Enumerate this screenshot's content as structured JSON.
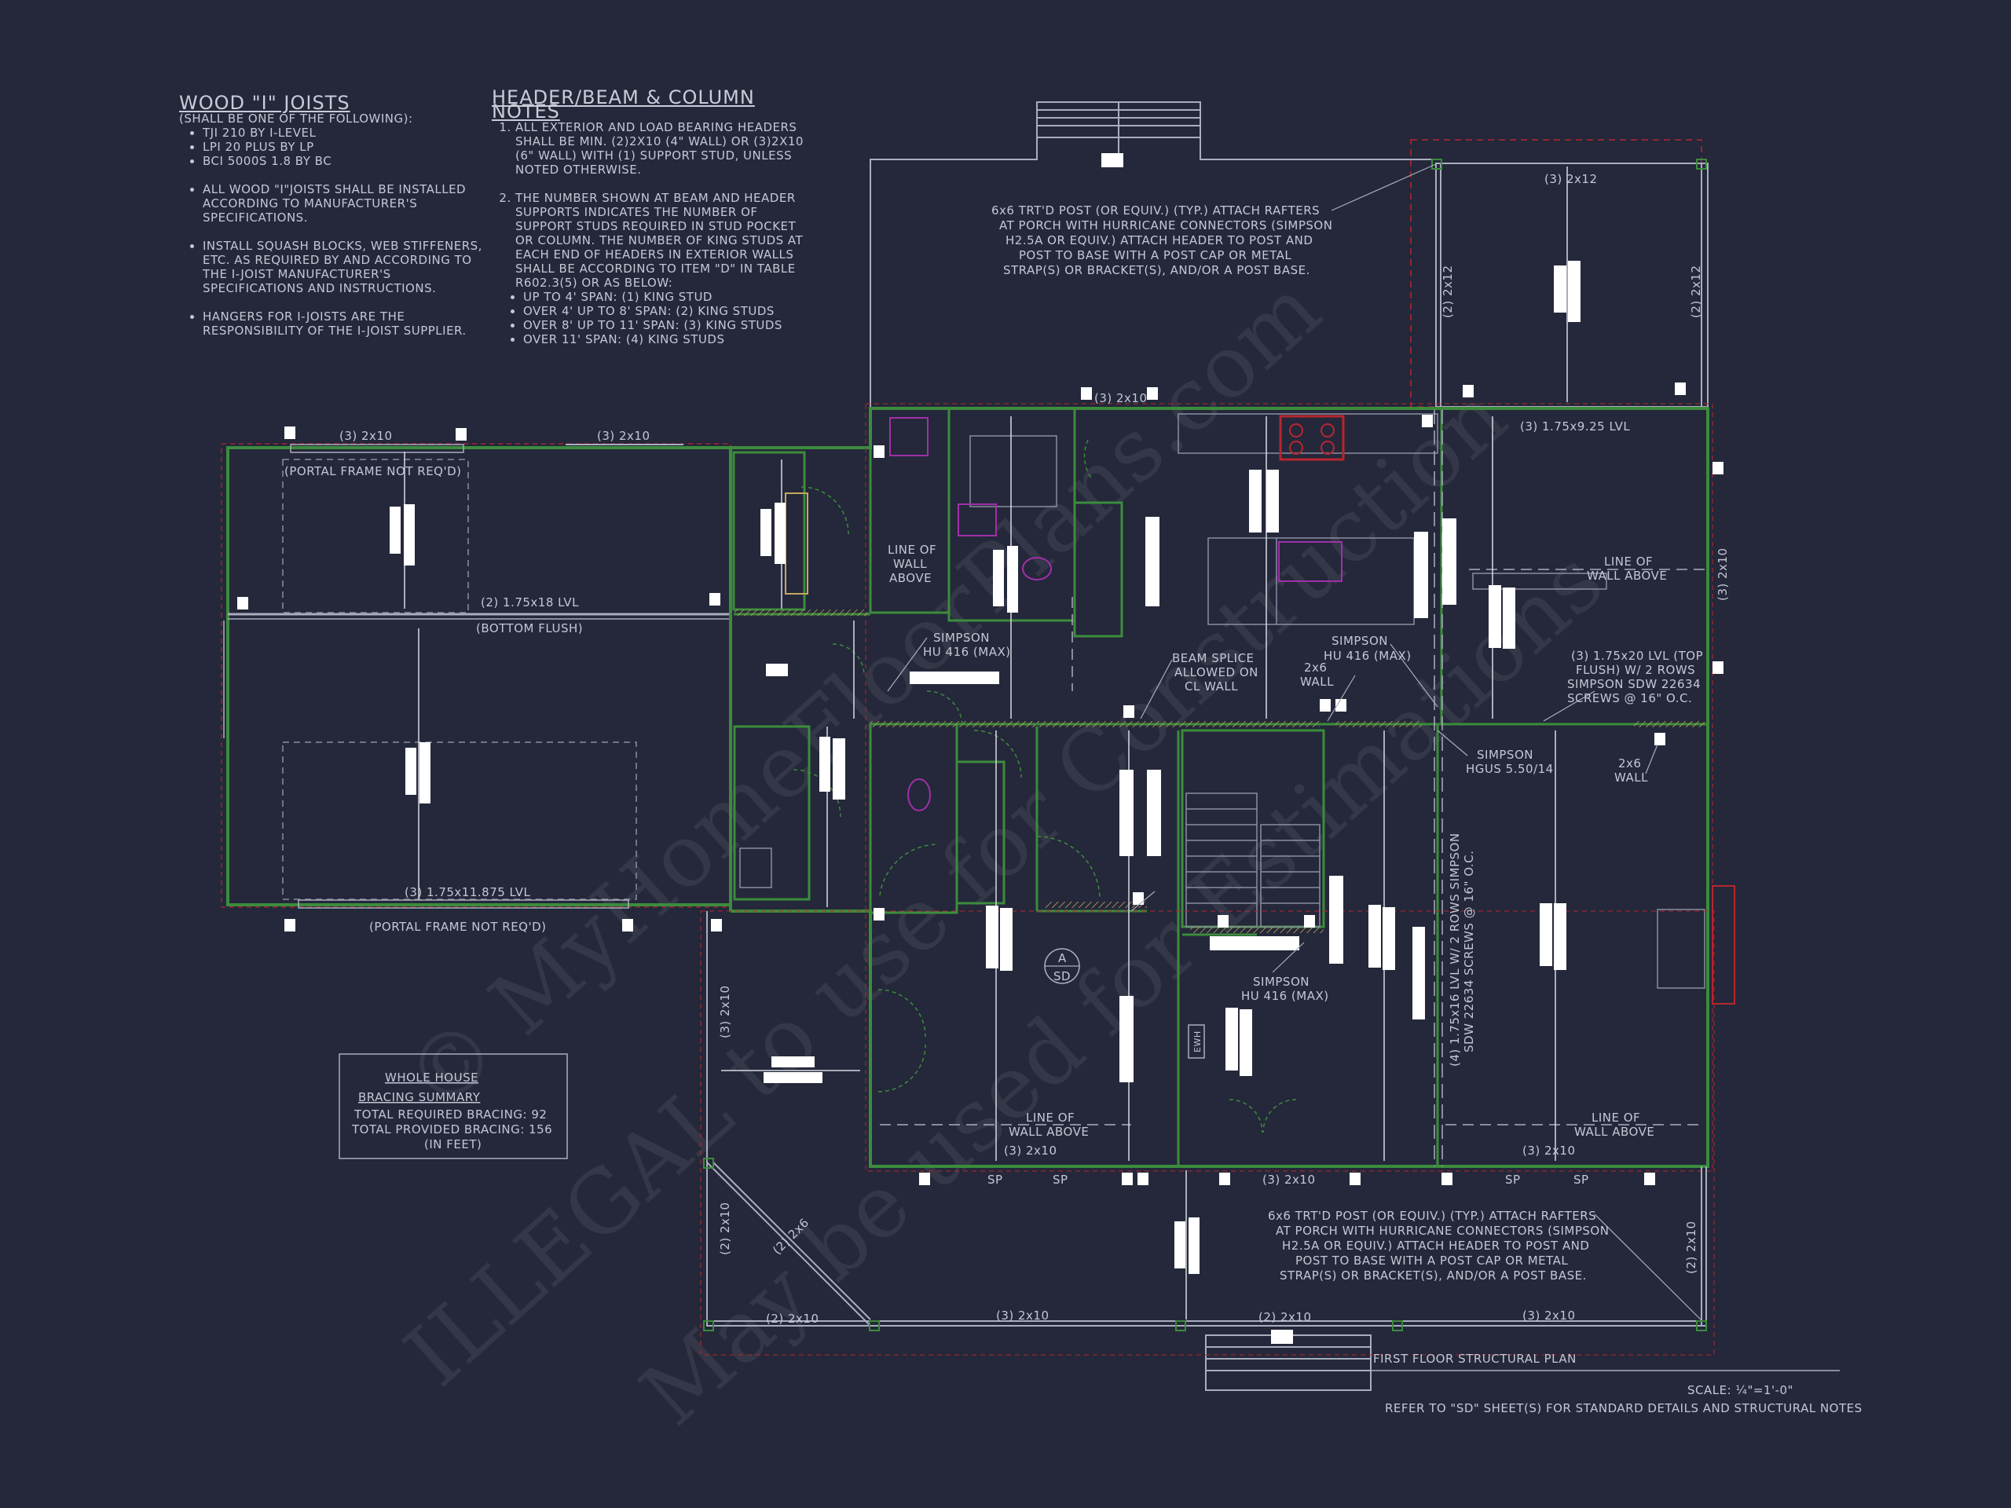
{
  "joists": {
    "title": "WOOD \"I\" JOISTS",
    "intro": "(SHALL BE ONE OF THE FOLLOWING):",
    "products": [
      "TJI 210 BY I-LEVEL",
      "LPI 20 PLUS BY LP",
      "BCI 5000s 1.8 BY BC"
    ],
    "notes": [
      "ALL WOOD \"I\"JOISTS SHALL BE INSTALLED ACCORDING TO MANUFACTURER'S SPECIFICATIONS.",
      "INSTALL SQUASH BLOCKS, WEB STIFFENERS, ETC. AS REQUIRED BY AND ACCORDING TO THE I-JOIST MANUFACTURER'S SPECIFICATIONS AND INSTRUCTIONS.",
      "HANGERS FOR I-JOISTS ARE THE RESPONSIBILITY OF THE I-JOIST SUPPLIER."
    ]
  },
  "header_notes": {
    "title": "HEADER/BEAM & COLUMN NOTES",
    "items": [
      "ALL EXTERIOR AND LOAD BEARING HEADERS SHALL BE MIN. (2)2x10 (4\" WALL) OR (3)2x10 (6\" WALL) WITH (1) SUPPORT STUD, UNLESS NOTED OTHERWISE.",
      "THE NUMBER SHOWN AT BEAM AND HEADER SUPPORTS INDICATES THE NUMBER OF SUPPORT STUDS REQUIRED IN STUD POCKET OR COLUMN. THE NUMBER OF KING STUDS AT EACH END OF HEADERS IN EXTERIOR WALLS SHALL BE ACCORDING TO ITEM \"d\" IN TABLE R602.3(5) OR AS BELOW:"
    ],
    "spans": [
      "UP TO 4' SPAN: (1) KING STUD",
      "OVER 4' UP TO 8' SPAN: (2) KING STUDS",
      "OVER 8' UP TO 11' SPAN: (3) KING STUDS",
      "OVER 11' SPAN: (4) KING STUDS"
    ]
  },
  "bracing": {
    "title1": "WHOLE HOUSE",
    "title2": "BRACING SUMMARY",
    "required": "TOTAL REQUIRED BRACING: 92",
    "provided": "TOTAL PROVIDED BRACING: 156",
    "unit": "(IN FEET)"
  },
  "post_note_top": [
    "6x6 TRT'D POST (OR EQUIV.) (TYP.) ATTACH RAFTERS",
    "AT PORCH WITH HURRICANE CONNECTORS (SIMPSON",
    "H2.5A OR EQUIV.) ATTACH HEADER TO POST AND",
    "POST TO BASE WITH A POST CAP OR METAL",
    "STRAP(S) OR BRACKET(S), AND/OR A POST BASE."
  ],
  "post_note_bottom": [
    "6x6 TRT'D POST (OR EQUIV.) (TYP.) ATTACH RAFTERS",
    "AT PORCH WITH HURRICANE CONNECTORS (SIMPSON",
    "H2.5A OR EQUIV.) ATTACH HEADER TO POST AND",
    "POST TO BASE WITH A POST CAP OR METAL",
    "STRAP(S) OR BRACKET(S), AND/OR A POST BASE."
  ],
  "labels": {
    "hdr_3x2x10_a": "(3) 2x10",
    "hdr_3x2x10_b": "(3) 2x10",
    "portal_top": "(PORTAL FRAME NOT REQ'D)",
    "lvl_1": "(2) 1.75x18 LVL",
    "bottom_flush": "(BOTTOM FLUSH)",
    "lvl_2": "(3) 1.75x11.875 LVL",
    "portal_bottom": "(PORTAL FRAME NOT REQ'D)",
    "kitchen_hdr": "(3) 2x10",
    "porch_2x12_top": "(3) 2x12",
    "porch_2x12_left": "(2) 2x12",
    "porch_2x12_right": "(2) 2x12",
    "lvl_3": "(3) 1.75x9.25 LVL",
    "right_wall": "(3) 2x10",
    "line_wall_1a": "LINE OF",
    "line_wall_1b": "WALL",
    "line_wall_1c": "ABOVE",
    "line_wall_2a": "LINE OF",
    "line_wall_2b": "WALL ABOVE",
    "line_wall_3a": "LINE OF",
    "line_wall_3b": "WALL ABOVE",
    "line_wall_4a": "LINE OF",
    "line_wall_4b": "WALL ABOVE",
    "simpson_1a": "SIMPSON",
    "simpson_1b": "HU 416 (MAX)",
    "beam_splice_a": "BEAM SPLICE",
    "beam_splice_b": "ALLOWED ON",
    "beam_splice_c": "CL WALL",
    "wall_2x6_a": "2x6",
    "wall_2x6_b": "WALL",
    "simpson_2a": "SIMPSON",
    "simpson_2b": "HU 416 (MAX)",
    "lvl_top_flush_a": "(3) 1.75x20 LVL (TOP",
    "lvl_top_flush_b": "FLUSH) W/ 2 ROWS",
    "lvl_top_flush_c": "SIMPSON SDW 22634",
    "lvl_top_flush_d": "SCREWS @ 16\" O.C.",
    "simpson_hgus_a": "SIMPSON",
    "simpson_hgus_b": "HGUS 5.50/14",
    "wall_2x6_r_a": "2x6",
    "wall_2x6_r_b": "WALL",
    "simpson_3a": "SIMPSON",
    "simpson_3b": "HU 416 (MAX)",
    "lvl_vertical_a": "(4) 1.75x16 LVL W/ 2 ROWS SIMPSON",
    "lvl_vertical_b": "SDW 22634 SCREWS @ 16\" O.C.",
    "section_a": "A",
    "section_sd": "SD",
    "bottom_hdr_1": "(3) 2x10",
    "bottom_hdr_2": "(3) 2x10",
    "bottom_hdr_3": "(3) 2x10",
    "sp1": "SP",
    "sp2": "SP",
    "sp3": "SP",
    "sp4": "SP",
    "porch_left": "(3) 2x10",
    "porch_left2": "(2) 2x10",
    "porch_diag": "(2) 2x6",
    "porch_b1": "(2) 2x10",
    "porch_b2": "(3) 2x10",
    "porch_b3": "(2) 2x10",
    "porch_b4": "(3) 2x10",
    "porch_right": "(2) 2x10",
    "ewh": "EWH"
  },
  "title_block": {
    "title": "FIRST FLOOR STRUCTURAL PLAN",
    "scale": "SCALE: ¼\"=1'-0\"",
    "reference": "REFER TO \"SD\" SHEET(S) FOR STANDARD DETAILS AND STRUCTURAL NOTES"
  },
  "watermark": {
    "line1": "© MyHomeFloorPlans.com",
    "line2": "ILLEGAL to use for Construction",
    "line3": "May be used for Estimations"
  },
  "colors": {
    "background": "#24283a",
    "wall": "#3c8c3c",
    "linework": "#a9adbd",
    "text": "#c4c7d4",
    "post": "#ffffff",
    "accent_red": "#b8262e",
    "accent_magenta": "#a030a8"
  }
}
